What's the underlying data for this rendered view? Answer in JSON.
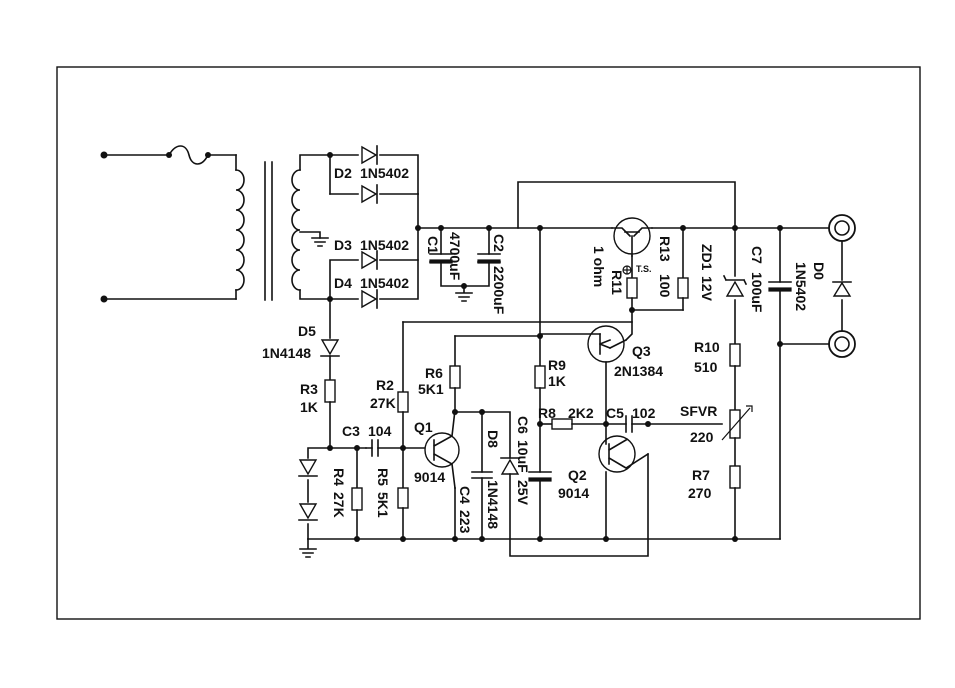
{
  "labels": {
    "d2": "D2",
    "d2v": "1N5402",
    "d3": "D3",
    "d3v": "1N5402",
    "d4": "D4",
    "d4v": "1N5402",
    "d5": "D5",
    "d5v": "1N4148",
    "c1": "C1",
    "c1v": "4700uF",
    "c2": "C2",
    "c2v": "2200uF",
    "r11": "R11",
    "r11v": "1 ohm",
    "ts": "T.S.",
    "r13": "R13",
    "r13v": "100",
    "zd1": "ZD1",
    "zd1v": "12V",
    "c7": "C7",
    "c7v": "100uF",
    "d0": "D0",
    "d0v": "1N5402",
    "r3": "R3",
    "r3v": "1K",
    "r2": "R2",
    "r2v": "27K",
    "r6": "R6",
    "r6v": "5K1",
    "r9": "R9",
    "r9v": "1K",
    "q3": "Q3",
    "q3v": "2N1384",
    "r10": "R10",
    "r10v": "510",
    "c3": "C3",
    "c3v": "104",
    "q1": "Q1",
    "q1v": "9014",
    "r8": "R8",
    "r8v": "2K2",
    "c5": "C5",
    "c5v": "102",
    "sfvr": "SFVR",
    "sfvrv": "220",
    "c6": "C6",
    "c6v": "10uF",
    "c6v2": "25V",
    "d8": "D8",
    "d8v": "1N4148",
    "r4": "R4",
    "r4v": "27K",
    "r5": "R5",
    "r5v": "5K1",
    "c4": "C4",
    "c4v": "223",
    "q2": "Q2",
    "q2v": "9014",
    "r7": "R7",
    "r7v": "270"
  }
}
